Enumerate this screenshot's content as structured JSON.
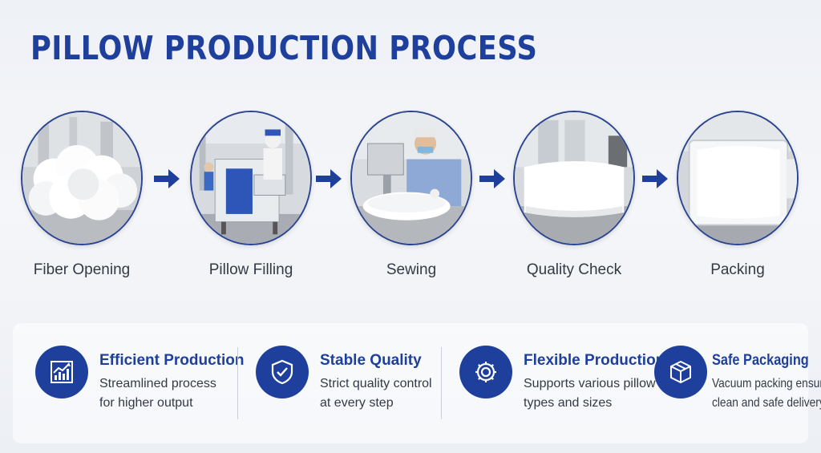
{
  "title": "PILLOW PRODUCTION PROCESS",
  "steps": [
    {
      "label": "Fiber Opening"
    },
    {
      "label": "Pillow Filling"
    },
    {
      "label": "Sewing"
    },
    {
      "label": "Quality Check"
    },
    {
      "label": "Packing"
    }
  ],
  "features": [
    {
      "icon": "chart-up-icon",
      "title": "Efficient Production",
      "line1": "Streamlined process",
      "line2": "for higher output"
    },
    {
      "icon": "shield-check-icon",
      "title": "Stable Quality",
      "line1": "Strict quality control",
      "line2": "at every step"
    },
    {
      "icon": "gear-icon",
      "title": "Flexible Production",
      "line1": "Supports various pillow",
      "line2": "types and sizes"
    },
    {
      "icon": "box-icon",
      "title": "Safe Packaging",
      "line1": "Vacuum packing ensures",
      "line2": "clean and safe delivery"
    }
  ],
  "colors": {
    "accent": "#1f3f9c",
    "text": "#333a45"
  }
}
